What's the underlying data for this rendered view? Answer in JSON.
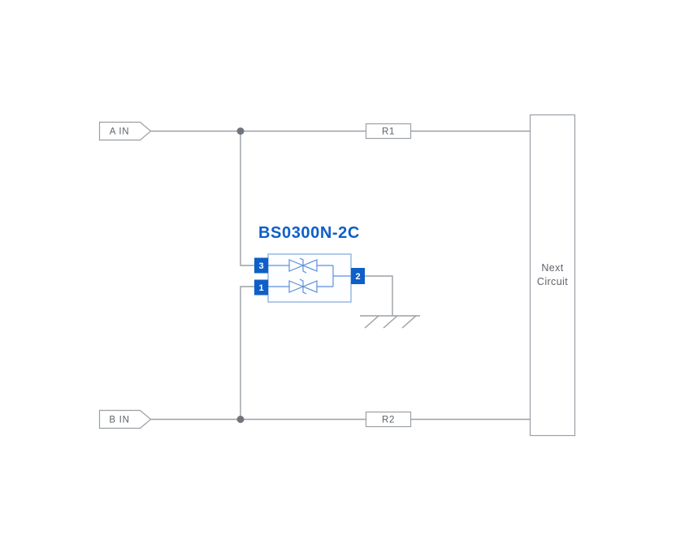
{
  "diagram": {
    "component_label": "BS0300N-2C",
    "inputs": {
      "a": "A IN",
      "b": "B IN"
    },
    "resistors": {
      "r1": "R1",
      "r2": "R2"
    },
    "next_circuit": {
      "line1": "Next",
      "line2": "Circuit"
    },
    "pins": {
      "pin3": "3",
      "pin1": "1",
      "pin2": "2"
    },
    "ground_symbol": "chassis-ground-icon",
    "colors": {
      "accent_blue": "#0e5fc7",
      "component_outline": "#8fb3e2",
      "diode_blue": "#5c8fdd",
      "wire_gray": "#9aa0a6",
      "text_gray": "#5f6368",
      "junction_gray": "#70757c",
      "background": "#ffffff"
    }
  }
}
